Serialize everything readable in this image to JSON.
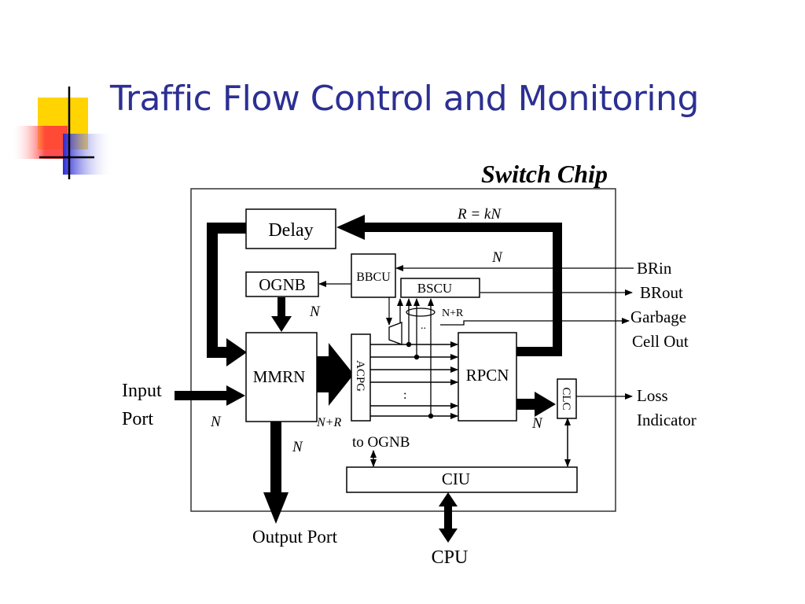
{
  "slide": {
    "title": "Traffic Flow Control and Monitoring"
  },
  "diagram": {
    "chip_label": "Switch Chip",
    "blocks": {
      "delay": "Delay",
      "ognb": "OGNB",
      "bbcu": "BBCU",
      "bscu": "BSCU",
      "mmrn": "MMRN",
      "acpg": "ACPG",
      "rpcn": "RPCN",
      "clc": "CLC",
      "ciu": "CIU"
    },
    "labels": {
      "r_kn": "R = kN",
      "n_top": "N",
      "n_ognb": "N",
      "n_input": "N",
      "n_output": "N",
      "n_rpcn": "N",
      "n_plus_r_mmrn": "N+R",
      "n_plus_r_bscu": "N+R",
      "dots_bscu": "..",
      "dots_acpg": ":",
      "to_ognb": "to OGNB"
    },
    "ports": {
      "input_port_1": "Input",
      "input_port_2": "Port",
      "output_port": "Output Port",
      "cpu": "CPU",
      "brin": "BRin",
      "brout": "BRout",
      "garbage_1": "Garbage",
      "garbage_2": "Cell Out",
      "loss_1": "Loss",
      "loss_2": "Indicator"
    }
  },
  "colors": {
    "title": "#2c3092",
    "logo_yellow": "#ffd400",
    "logo_red": "#ff3b3b",
    "logo_blue": "#2a2ad6"
  }
}
